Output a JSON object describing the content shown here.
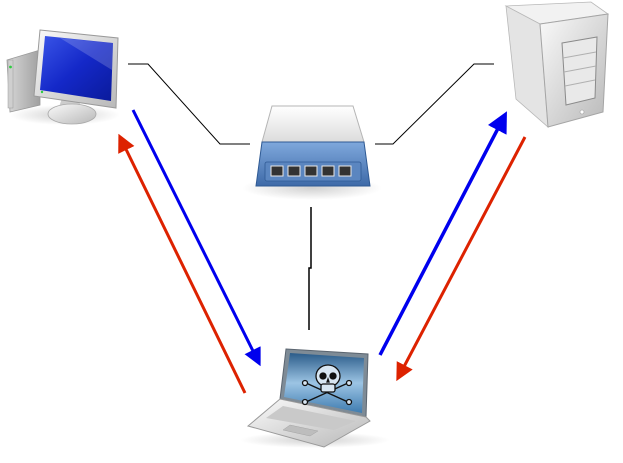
{
  "diagram": {
    "type": "network-topology",
    "nodes": [
      {
        "id": "client",
        "kind": "desktop-computer",
        "icon": "desktop-computer-icon"
      },
      {
        "id": "switch",
        "kind": "network-switch",
        "icon": "network-switch-icon",
        "ports": 5
      },
      {
        "id": "server",
        "kind": "server-tower",
        "icon": "server-icon"
      },
      {
        "id": "attacker",
        "kind": "laptop",
        "icon": "laptop-skull-icon",
        "screen_symbol": "skull-and-crossbones"
      }
    ],
    "links": [
      {
        "from": "client",
        "to": "switch",
        "style": "thin-black"
      },
      {
        "from": "server",
        "to": "switch",
        "style": "thin-black"
      },
      {
        "from": "attacker",
        "to": "switch",
        "style": "thin-black"
      }
    ],
    "flows": [
      {
        "from": "client",
        "to": "attacker",
        "color": "#0000ee"
      },
      {
        "from": "attacker",
        "to": "client",
        "color": "#dd2200"
      },
      {
        "from": "attacker",
        "to": "server",
        "color": "#0000ee"
      },
      {
        "from": "server",
        "to": "attacker",
        "color": "#dd2200"
      }
    ]
  },
  "colors": {
    "request": "#0000ee",
    "response": "#dd2200",
    "link": "#000000",
    "switch_body": "#4f7fbf",
    "screen": "#1a2fd0"
  }
}
